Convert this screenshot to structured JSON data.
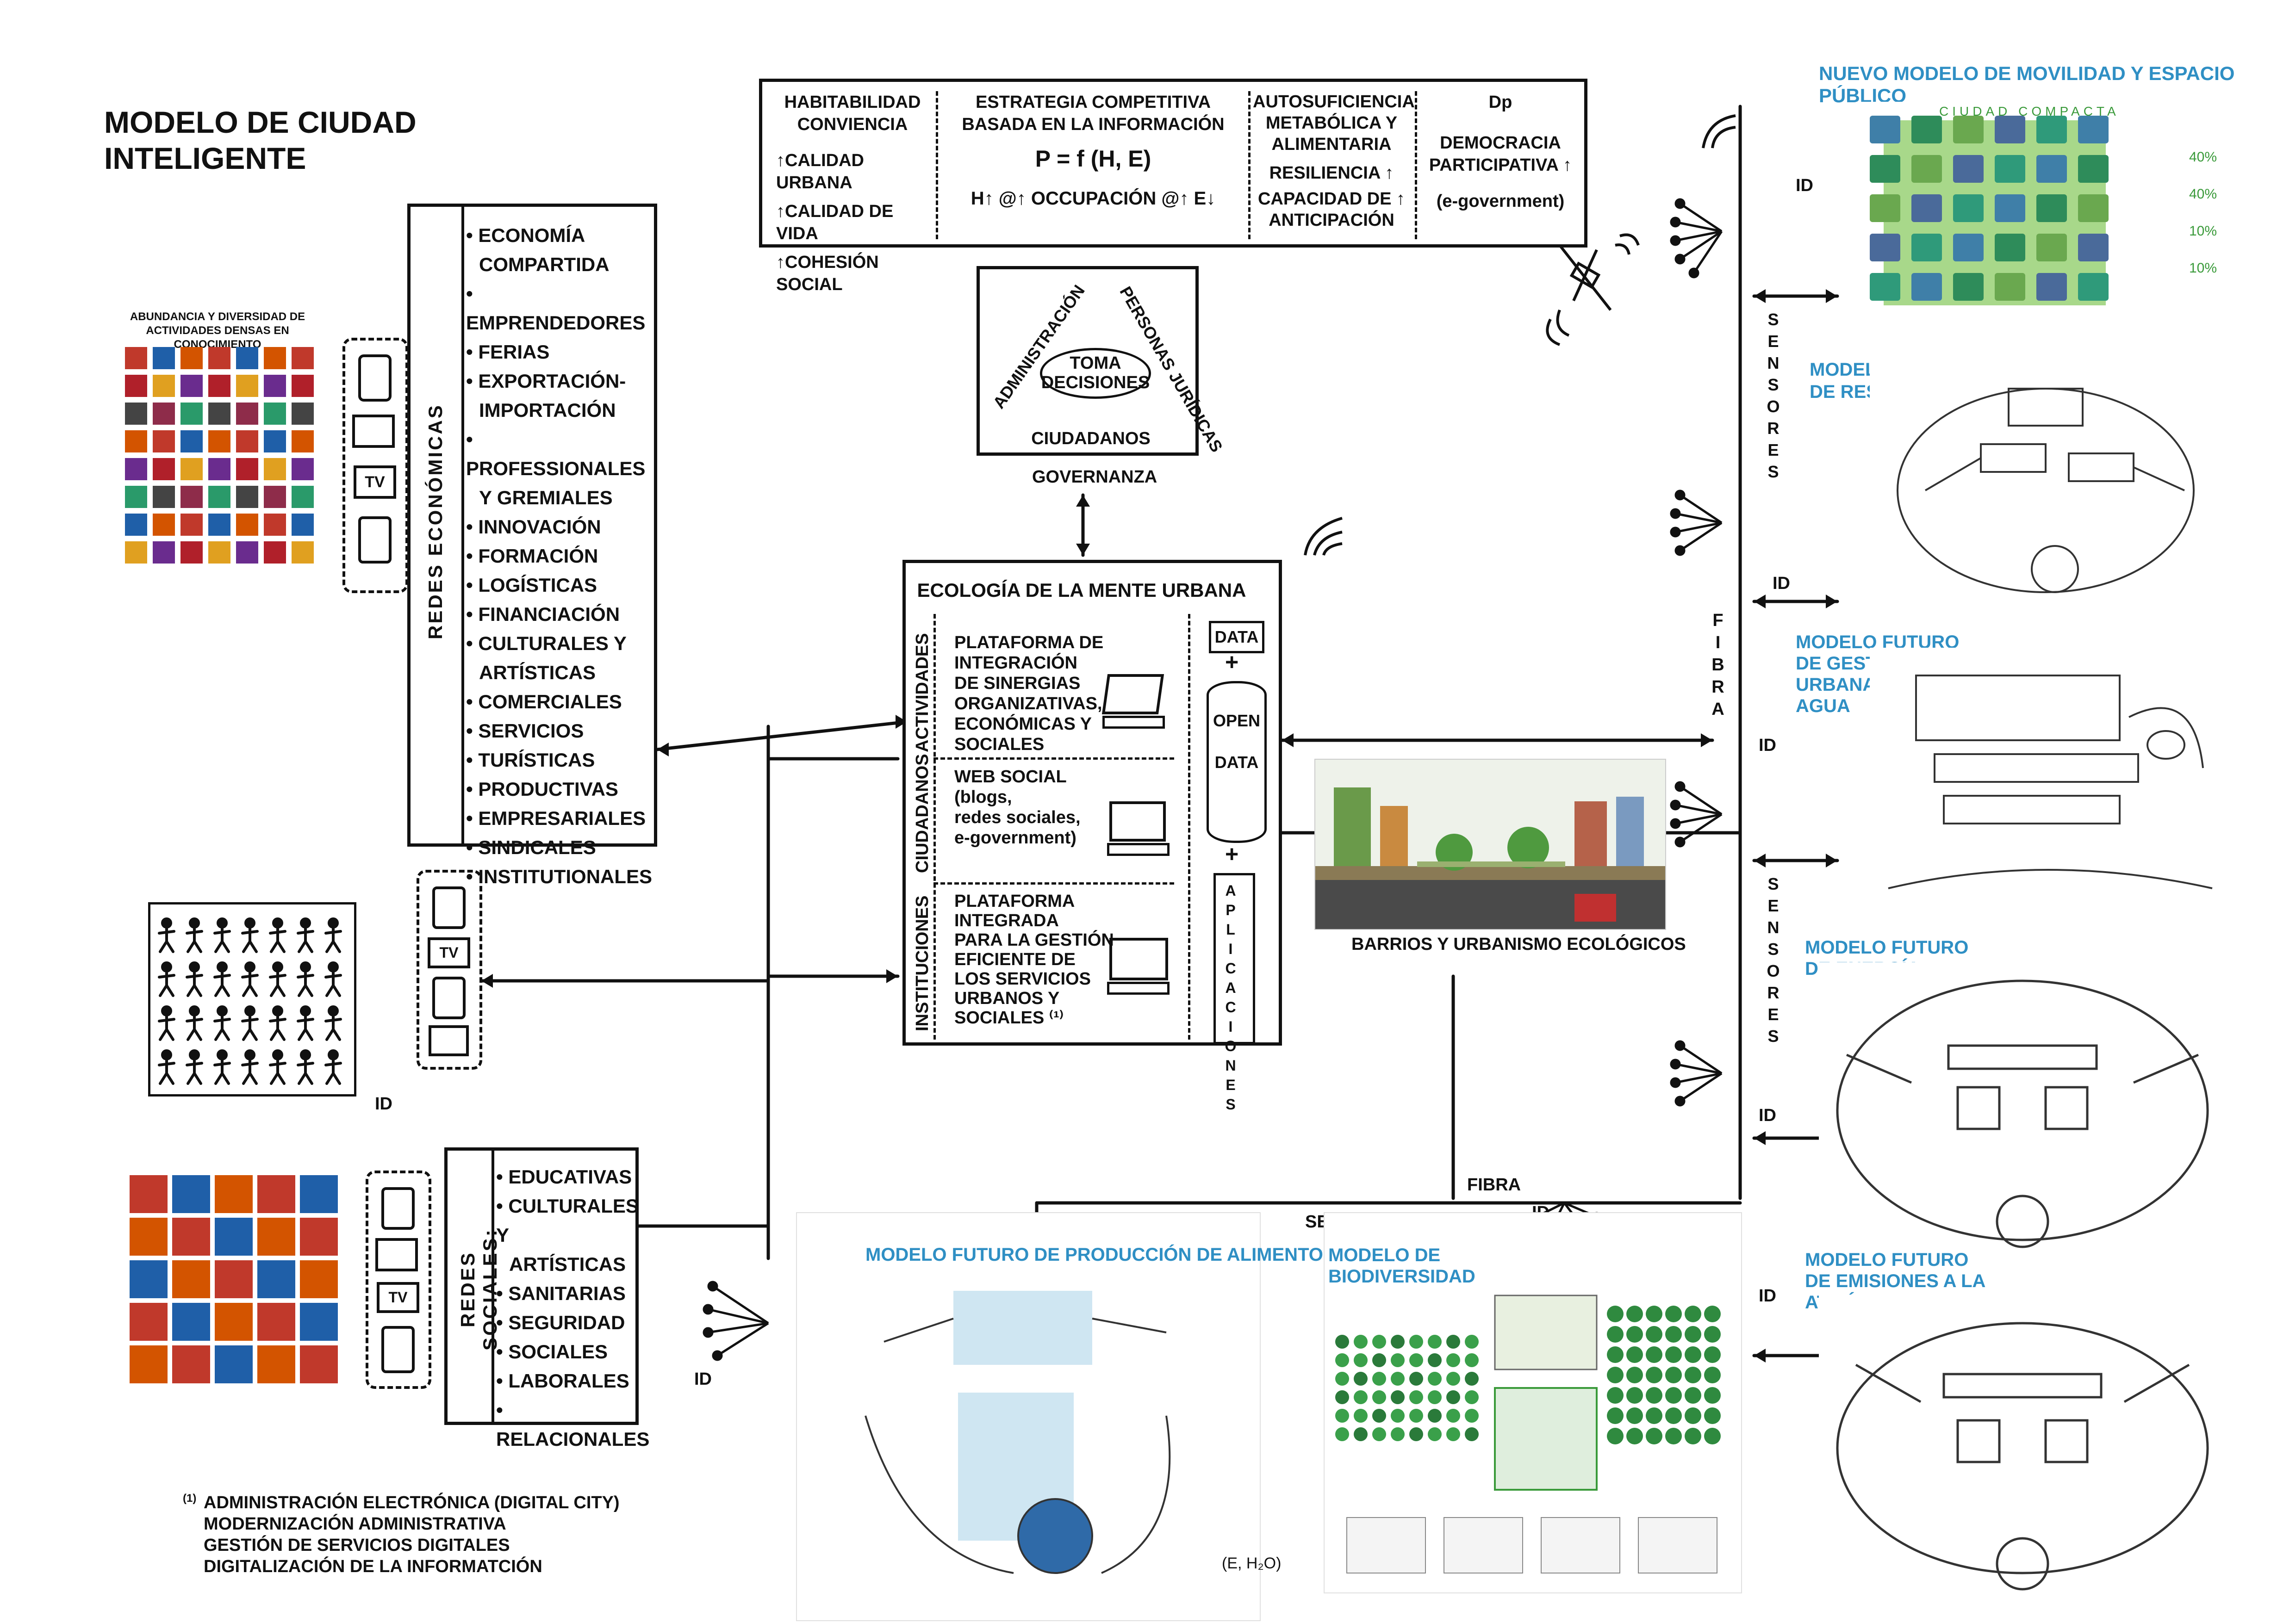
{
  "title": {
    "line1": "MODELO DE CIUDAD",
    "line2": "INTELIGENTE"
  },
  "top_box": {
    "col1": {
      "heading1": "HABITABILIDAD",
      "heading2": "CONVIENCIA",
      "items": [
        "↑CALIDAD URBANA",
        "↑CALIDAD DE VIDA",
        "↑COHESIÓN SOCIAL"
      ]
    },
    "col2": {
      "heading1": "ESTRATEGIA COMPETITIVA",
      "heading2": "BASADA EN LA INFORMACIÓN",
      "formula": "P = f (H, E)",
      "line": "H↑  @↑   OCCUPACIÓN @↑  E↓"
    },
    "col3": {
      "heading1": "AUTOSUFICIENCIA",
      "heading2": "METABÓLICA Y",
      "heading3": "ALIMENTARIA",
      "item1": "RESILIENCIA ↑",
      "item2a": "CAPACIDAD DE ↑",
      "item2b": "ANTICIPACIÓN"
    },
    "col4": {
      "heading": "Dp",
      "line1": "DEMOCRACIA",
      "line2": "PARTICIPATIVA ↑",
      "line3": "(e-government)"
    }
  },
  "governance": {
    "center1": "TOMA",
    "center2": "DECISIONES",
    "admin": "ADMINISTRACIÓN",
    "personas": "PERSONAS JURÍDICAS",
    "ciudadanos": "CIUDADANOS",
    "label": "GOVERNANZA"
  },
  "left_icons_caption": {
    "line1": "ABUNDANCIA Y DIVERSIDAD DE",
    "line2": "ACTIVIDADES DENSAS EN CONOCIMIENTO"
  },
  "redes_economicas": {
    "label": "REDES ECONÓMICAS",
    "items": [
      "ECONOMÍA",
      "COMPARTIDA",
      "EMPRENDEDORES",
      "FERIAS",
      "EXPORTACIÓN-",
      "IMPORTACIÓN",
      "PROFESSIONALES",
      "Y GREMIALES",
      "INNOVACIÓN",
      "FORMACIÓN",
      "LOGÍSTICAS",
      "FINANCIACIÓN",
      "CULTURALES Y",
      "ARTÍSTICAS",
      "COMERCIALES",
      "SERVICIOS",
      "TURÍSTICAS",
      "PRODUCTIVAS",
      "EMPRESARIALES",
      "SINDICALES",
      "INSTITUTIONALES"
    ]
  },
  "redes_sociales": {
    "label": "REDES SOCIALES:",
    "items": [
      "EDUCATIVAS",
      "CULTURALES Y",
      "ARTÍSTICAS",
      "SANITARIAS",
      "SEGURIDAD",
      "SOCIALES",
      "LABORALES",
      "RELACIONALES"
    ]
  },
  "ecologia": {
    "title": "ECOLOGÍA DE LA MENTE URBANA",
    "row_labels": [
      "ACTIVIDADES",
      "CIUDADANOS",
      "INSTITUCIONES"
    ],
    "row1": [
      "PLATAFORMA DE",
      "INTEGRACIÓN",
      "DE SINERGIAS",
      "ORGANIZATIVAS,",
      "ECONÓMICAS Y",
      "SOCIALES"
    ],
    "row2": [
      "WEB SOCIAL",
      "(blogs,",
      "redes sociales,",
      "e-government)"
    ],
    "row3": [
      "PLATAFORMA",
      "INTEGRADA",
      "PARA LA GESTIÓN",
      "EFICIENTE DE",
      "LOS SERVICIOS",
      "URBANOS Y",
      "SOCIALES ⁽¹⁾"
    ],
    "data": "DATA",
    "plus1": "+",
    "open": "OPEN",
    "data2": "DATA",
    "plus2": "+",
    "aplicaciones": "APLICACIONES"
  },
  "barrios": {
    "caption": "BARRIOS Y URBANISMO ECOLÓGICOS"
  },
  "connectors": {
    "id": "ID",
    "fibra": "FIBRA",
    "sensores": "SENSORES",
    "tv": "TV"
  },
  "right_models": {
    "movilidad": "NUEVO MODELO DE MOVILIDAD Y ESPACIO PÚBLICO",
    "movilidad_sub": "CIUDAD COMPACTA",
    "movilidad_pct": [
      "40%",
      "40%",
      "10%",
      "10%"
    ],
    "residuos": [
      "MODELO FUTURO",
      "DE RESIDUOS"
    ],
    "agua": [
      "MODELO FUTURO",
      "DE GESTIÓN",
      "URBANA DEL",
      "AGUA"
    ],
    "energia": [
      "MODELO FUTURO",
      "DE ENERGÍA"
    ],
    "emisiones": [
      "MODELO FUTURO",
      "DE EMISIONES A LA",
      "ATMÓSFERA"
    ]
  },
  "bottom_models": {
    "alimentos": "MODELO FUTURO DE PRODUCCIÓN DE ALIMENTOS",
    "biodiversidad": [
      "MODELO DE",
      "BIODIVERSIDAD"
    ],
    "formula": "(E, H₂O)"
  },
  "footnote": {
    "marker": "(1)",
    "lines": [
      "ADMINISTRACIÓN ELECTRÓNICA (DIGITAL CITY)",
      "MODERNIZACIÓN ADMINISTRATIVA",
      "GESTIÓN DE SERVICIOS DIGITALES",
      "DIGITALIZACIÓN DE LA INFORMATCIÓN"
    ]
  },
  "colors": {
    "accent_blue": "#2f8fc4",
    "ink": "#111111",
    "green": "#3a9a3a"
  }
}
